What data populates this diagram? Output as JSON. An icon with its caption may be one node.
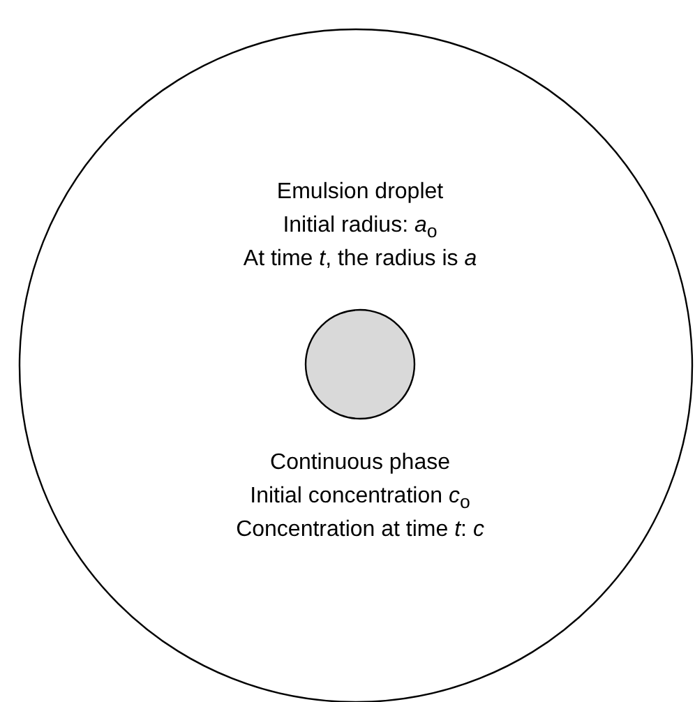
{
  "diagram": {
    "nodes": [
      {
        "text": [
          "Emulsion droplet",
          "Initial radius: *a*$_{o}$",
          "At time *t*, the radius is *a*",
          "Continuous phase",
          "Initial concentration *c*$_{o}$",
          "Concentration at time *t*: *c*"
        ]
      },
      {
        "text": [],
        "shape": "circle",
        "in": 0
      }
    ]
  }
}
